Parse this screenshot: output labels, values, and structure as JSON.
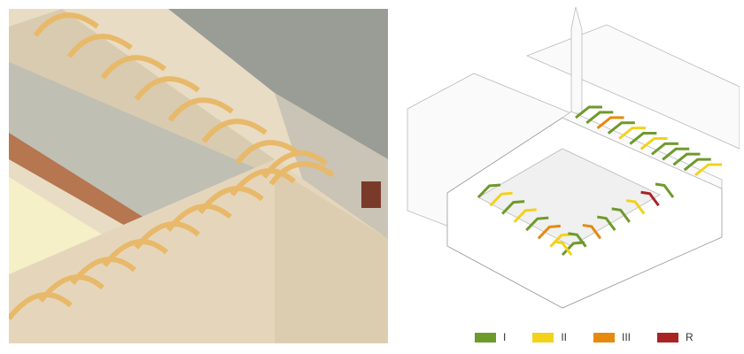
{
  "colors": {
    "I": "#6e9a2c",
    "II": "#f2d21b",
    "III": "#e58a0f",
    "R": "#a82424",
    "timber": "#e8b96a",
    "wall": "#e9dcc4",
    "vault": "#5c6358",
    "roof": "#9a9d96"
  },
  "legend": [
    {
      "key": "I",
      "label": "I"
    },
    {
      "key": "II",
      "label": "II"
    },
    {
      "key": "III",
      "label": "III"
    },
    {
      "key": "R",
      "label": "R"
    }
  ],
  "truss_grades": {
    "upper_wing": [
      "I",
      "I",
      "III",
      "I",
      "II",
      "I",
      "II",
      "I",
      "I",
      "I",
      "I",
      "II"
    ],
    "left_wing": [
      "I",
      "II",
      "I",
      "II",
      "I",
      "III",
      "II",
      "I"
    ],
    "right_wing": [
      "II",
      "I",
      "III",
      "I",
      "I",
      "II",
      "R",
      "I"
    ]
  }
}
